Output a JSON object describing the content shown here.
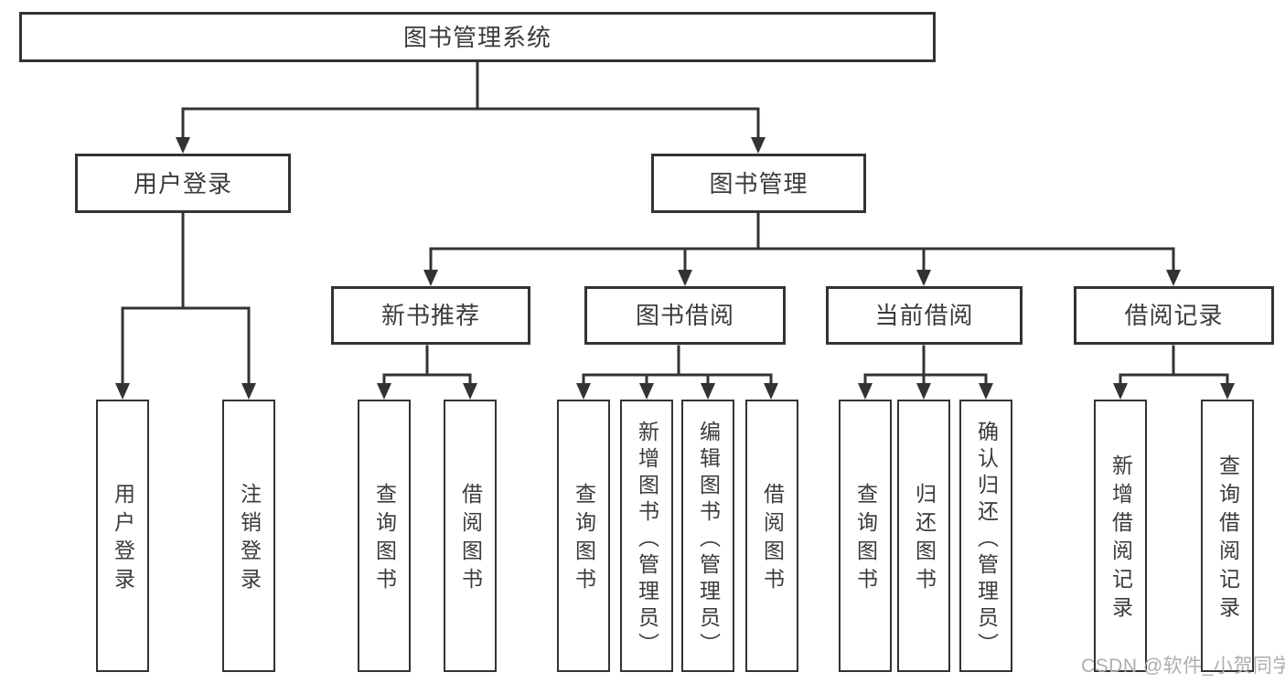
{
  "diagram_type": "hierarchy-chart",
  "title": "图书管理系统",
  "colors": {
    "line": "#333333",
    "box_border": "#333333",
    "box_bg": "#ffffff",
    "text": "#3b3b3b",
    "watermark": "#aeaeae"
  },
  "nodes": {
    "root": {
      "label": "图书管理系统",
      "children": [
        "user-login",
        "book-mgmt"
      ]
    },
    "user-login": {
      "label": "用户登录",
      "children": [
        "login",
        "logout"
      ]
    },
    "book-mgmt": {
      "label": "图书管理",
      "children": [
        "new-book-rec",
        "book-borrow",
        "current-borrow",
        "borrow-records"
      ]
    },
    "login": {
      "label": "用户登录"
    },
    "logout": {
      "label": "注销登录"
    },
    "new-book-rec": {
      "label": "新书推荐",
      "children": [
        "rec-query",
        "rec-borrow"
      ]
    },
    "rec-query": {
      "label": "查询图书"
    },
    "rec-borrow": {
      "label": "借阅图书"
    },
    "book-borrow": {
      "label": "图书借阅",
      "children": [
        "bb-query",
        "bb-add",
        "bb-edit",
        "bb-borrow"
      ]
    },
    "bb-query": {
      "label": "查询图书"
    },
    "bb-add": {
      "label": "新增图书（管理员）"
    },
    "bb-edit": {
      "label": "编辑图书（管理员）"
    },
    "bb-borrow": {
      "label": "借阅图书"
    },
    "current-borrow": {
      "label": "当前借阅",
      "children": [
        "cb-query",
        "cb-return",
        "cb-confirm"
      ]
    },
    "cb-query": {
      "label": "查询图书"
    },
    "cb-return": {
      "label": "归还图书"
    },
    "cb-confirm": {
      "label": "确认归还（管理员）"
    },
    "borrow-records": {
      "label": "借阅记录",
      "children": [
        "br-add",
        "br-query"
      ]
    },
    "br-add": {
      "label": "新增借阅记录"
    },
    "br-query": {
      "label": "查询借阅记录"
    }
  },
  "watermark": "CSDN @软件_小贺同学"
}
